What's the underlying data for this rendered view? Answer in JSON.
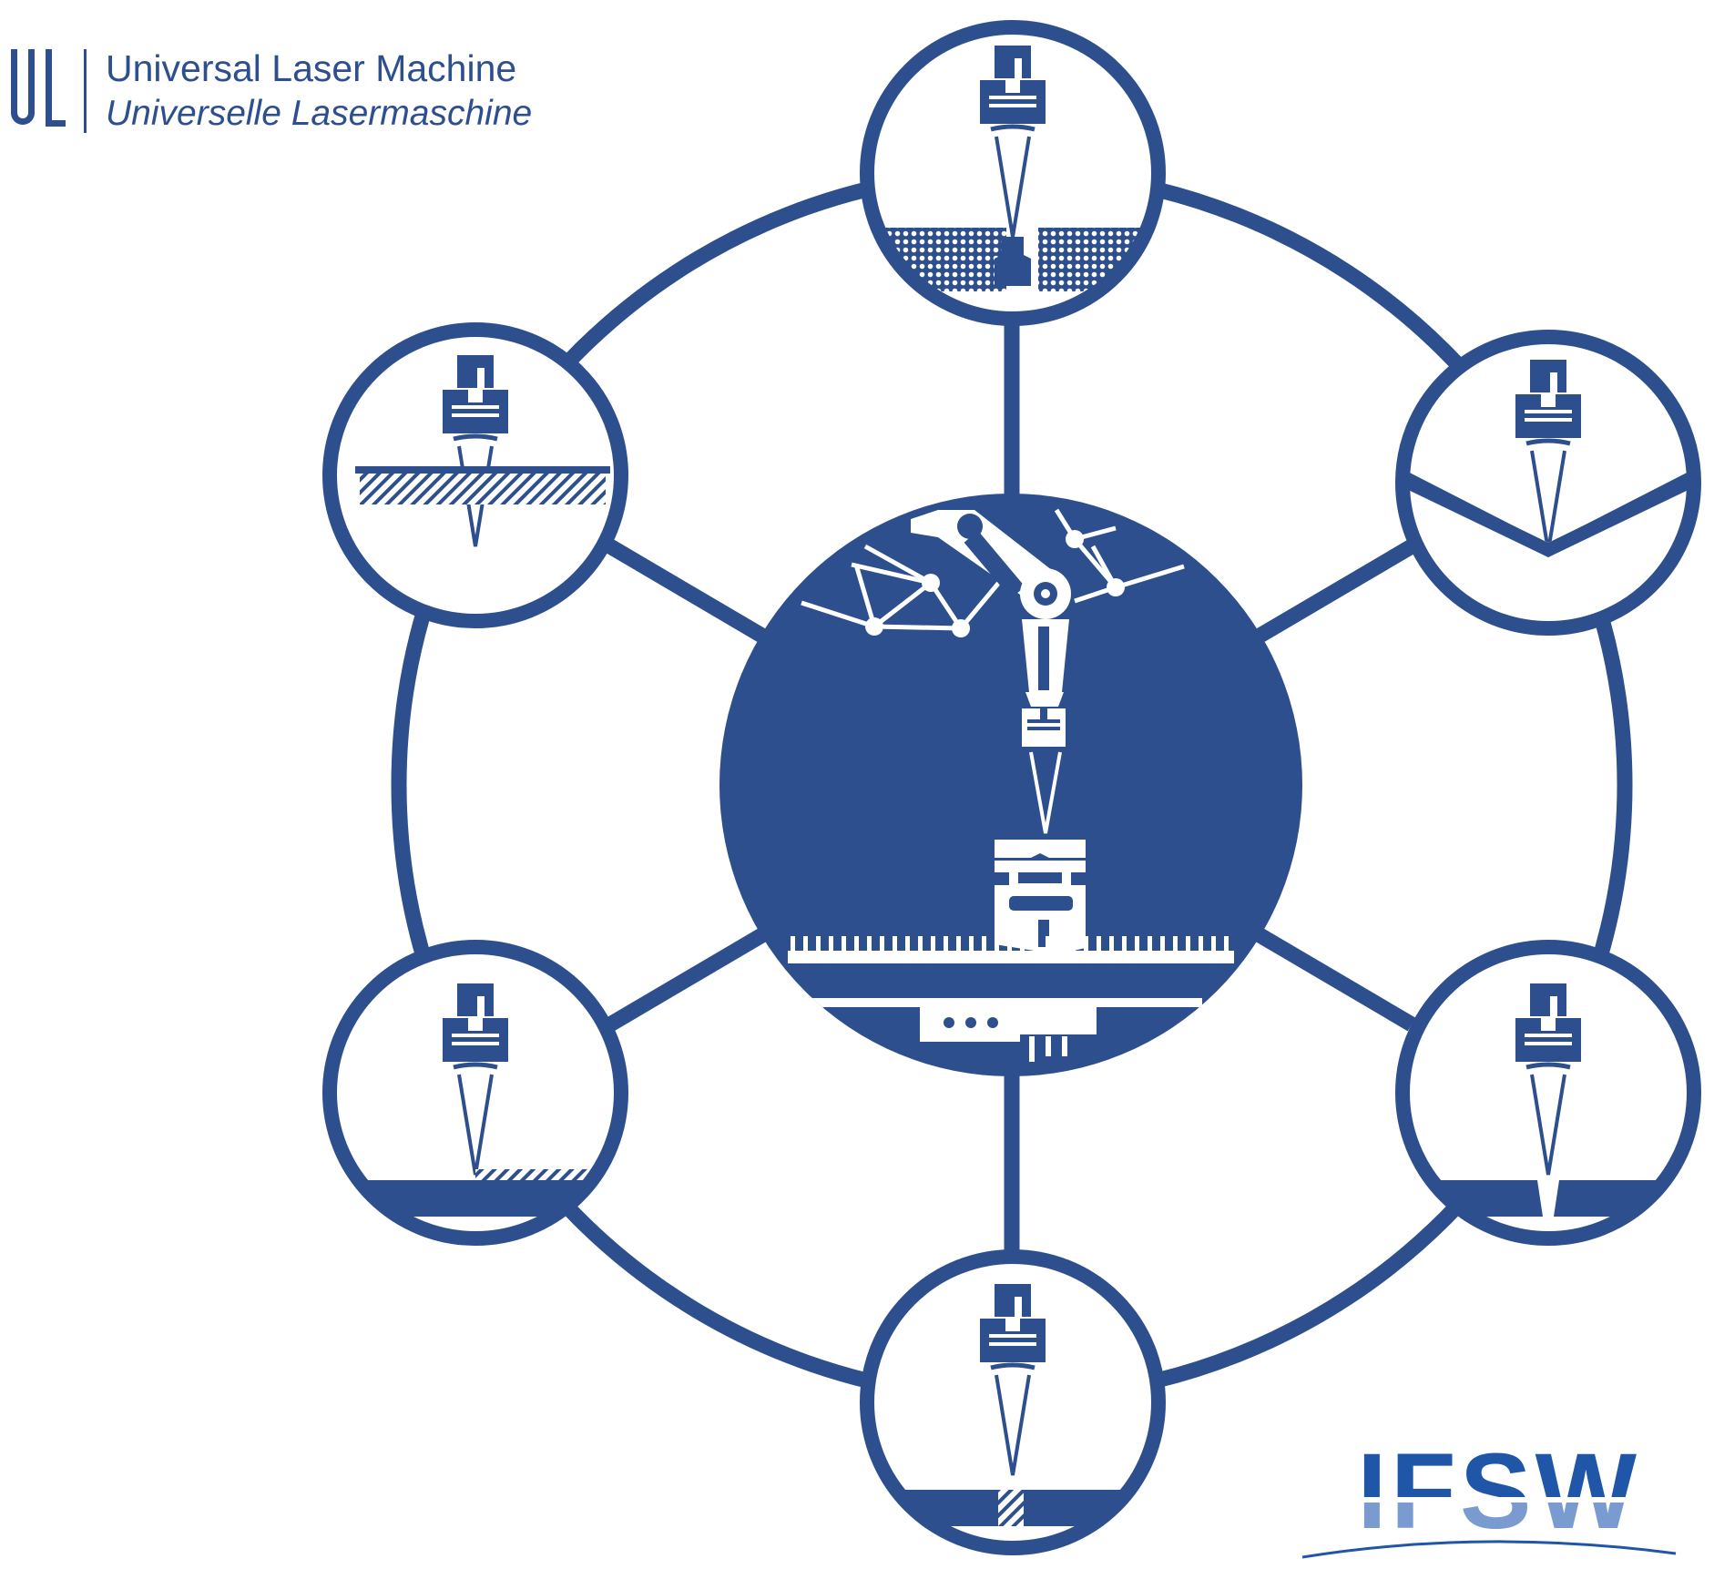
{
  "header": {
    "mark": "UL",
    "title_en": "Universal Laser Machine",
    "title_de": "Universelle Lasermaschine"
  },
  "institute_logo": {
    "text": "IFSW"
  },
  "colors": {
    "primary": "#2e4f8e",
    "logo_light": "#7a9bd0",
    "logo_dark": "#1f56a8",
    "background": "#ffffff"
  },
  "diagram": {
    "center": {
      "name": "universal-laser-machine-hub",
      "content": "robot-arm-with-laser-head"
    },
    "satellites": [
      {
        "name": "process-top",
        "content": "laser-over-porous-material"
      },
      {
        "name": "process-top-right",
        "content": "laser-over-v-groove"
      },
      {
        "name": "process-bottom-right",
        "content": "laser-cutting-through-sheet"
      },
      {
        "name": "process-bottom",
        "content": "laser-welding-seam"
      },
      {
        "name": "process-bottom-left",
        "content": "laser-surface-coating"
      },
      {
        "name": "process-top-left",
        "content": "laser-surface-structuring"
      }
    ]
  }
}
